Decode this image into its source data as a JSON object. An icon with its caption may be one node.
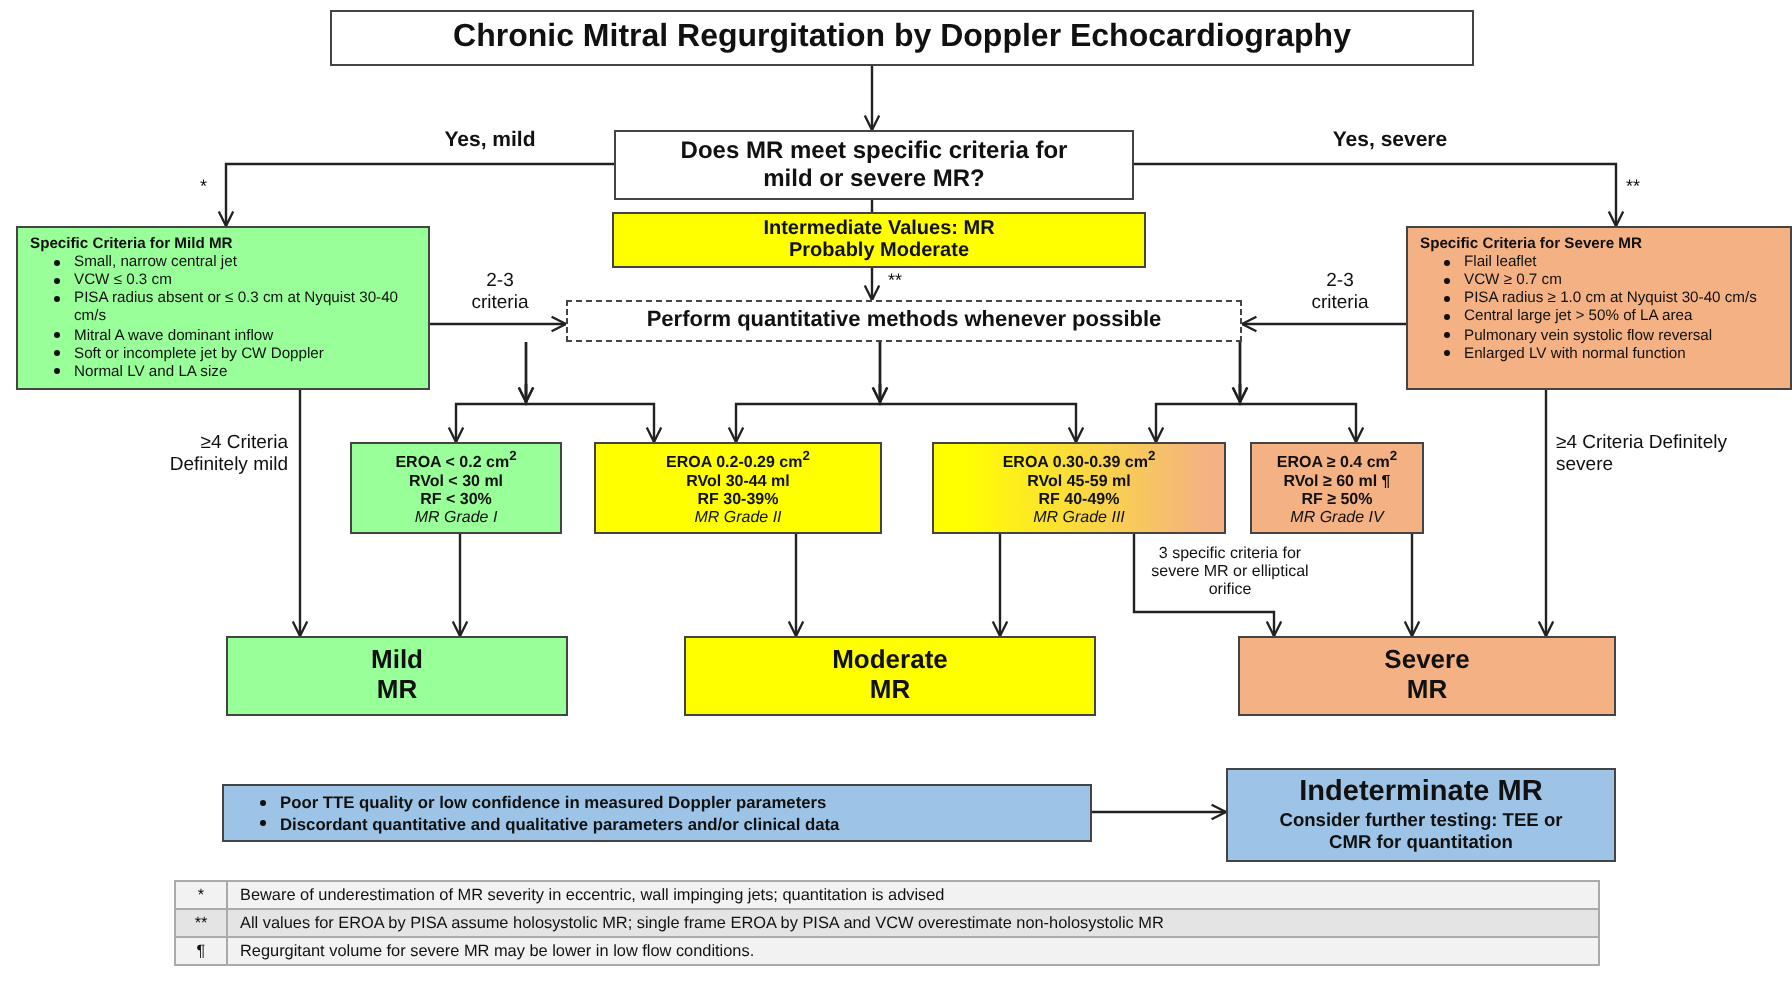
{
  "diagram": {
    "nodes": [
      {
        "text": [
          "Chronic Mitral Regurgitation by Doppler Echocardiography"
        ]
      },
      {
        "text": [
          "Does MR meet specific criteria for mild or severe MR?"
        ]
      },
      {
        "text": [
          "Intermediate Values: MR Probably Moderate"
        ]
      },
      {
        "text": [
          "Specific Criteria for Mild MR",
          "Small, narrow central jet",
          "VCW ≤ 0.3 cm",
          "PISA radius absent or ≤ 0.3 cm at Nyquist 30-40 cm/s",
          "Mitral A wave dominant inflow",
          "Soft or incomplete jet by CW Doppler",
          "Normal LV and LA size"
        ]
      },
      {
        "text": [
          "Perform quantitative methods whenever possible"
        ]
      },
      {
        "text": [
          "Specific Criteria for Severe MR",
          "Flail leaflet",
          "VCW ≥ 0.7 cm",
          "PISA radius ≥ 1.0 cm at Nyquist 30-40 cm/s",
          "Central large jet > 50% of LA area",
          "Pulmonary vein systolic flow reversal",
          "Enlarged LV with normal function"
        ]
      },
      {
        "text": [
          "EROA < 0.2 cm$^{2}$",
          "RVol < 30 ml",
          "RF < 30%",
          "MR Grade I"
        ]
      },
      {
        "text": [
          "EROA 0.2-0.29 cm$^{2}$",
          "RVol 30-44 ml",
          "RF 30-39%",
          "MR Grade II"
        ]
      },
      {
        "text": [
          "EROA 0.30-0.39 cm$^{2}$",
          "RVol 45-59 ml",
          "RF 40-49%",
          "MR Grade III"
        ]
      },
      {
        "text": [
          "EROA ≥ 0.4 cm$^{2}$",
          "RVol ≥ 60 ml ¶",
          "RF ≥ 50%",
          "MR Grade IV"
        ]
      },
      {
        "text": [
          "Mild MR"
        ]
      },
      {
        "text": [
          "Moderate MR"
        ]
      },
      {
        "text": [
          "Severe MR"
        ]
      },
      {
        "text": [
          "Poor TTE quality or low confidence in measured Doppler parameters",
          "Discordant quantitative and qualitative parameters and/or clinical data"
        ]
      },
      {
        "text": [
          "Indeterminate MR",
          "Consider further testing: TEE or CMR for quantitation"
        ]
      }
    ],
    "edges": [
      {
        "from": 0,
        "to": 1,
        "arrow": "to"
      },
      {
        "from": 1,
        "to": 3,
        "arrow": "to",
        "label": "Yes, mild"
      },
      {
        "from": 1,
        "to": 5,
        "arrow": "to",
        "label": "Yes, severe"
      },
      {
        "from": 1,
        "to": 2,
        "arrow": "none"
      },
      {
        "from": 2,
        "to": 4,
        "arrow": "to"
      },
      {
        "from": 3,
        "to": 4,
        "arrow": "to",
        "label": "2-3 criteria"
      },
      {
        "from": 5,
        "to": 4,
        "arrow": "to",
        "label": "2-3 criteria"
      },
      {
        "from": 4,
        "to": 6,
        "arrow": "to"
      },
      {
        "from": 4,
        "to": 7,
        "arrow": "to"
      },
      {
        "from": 4,
        "to": 7,
        "arrow": "to"
      },
      {
        "from": 4,
        "to": 8,
        "arrow": "to"
      },
      {
        "from": 4,
        "to": 8,
        "arrow": "to"
      },
      {
        "from": 4,
        "to": 9,
        "arrow": "to"
      },
      {
        "from": 3,
        "to": 10,
        "arrow": "to",
        "label": "≥4 Criteria Definitely mild"
      },
      {
        "from": 6,
        "to": 10,
        "arrow": "to"
      },
      {
        "from": 7,
        "to": 11,
        "arrow": "to"
      },
      {
        "from": 8,
        "to": 11,
        "arrow": "to"
      },
      {
        "from": 8,
        "to": 12,
        "arrow": "to",
        "label": "3 specific criteria for severe MR or elliptical orifice"
      },
      {
        "from": 9,
        "to": 12,
        "arrow": "to"
      },
      {
        "from": 5,
        "to": 12,
        "arrow": "to",
        "label": "≥4 Criteria Definitely severe"
      },
      {
        "from": 13,
        "to": 14,
        "arrow": "to"
      }
    ],
    "labels": [
      "*",
      "**",
      "**",
      "*",
      "Beware of underestimation of MR severity in eccentric, wall impinging jets; quantitation is advised",
      "**",
      "All values for EROA by PISA assume holosystolic MR; single frame EROA by PISA and VCW overestimate non-holosystolic MR",
      "¶",
      "Regurgitant volume for severe MR may be lower in low flow conditions."
    ]
  }
}
